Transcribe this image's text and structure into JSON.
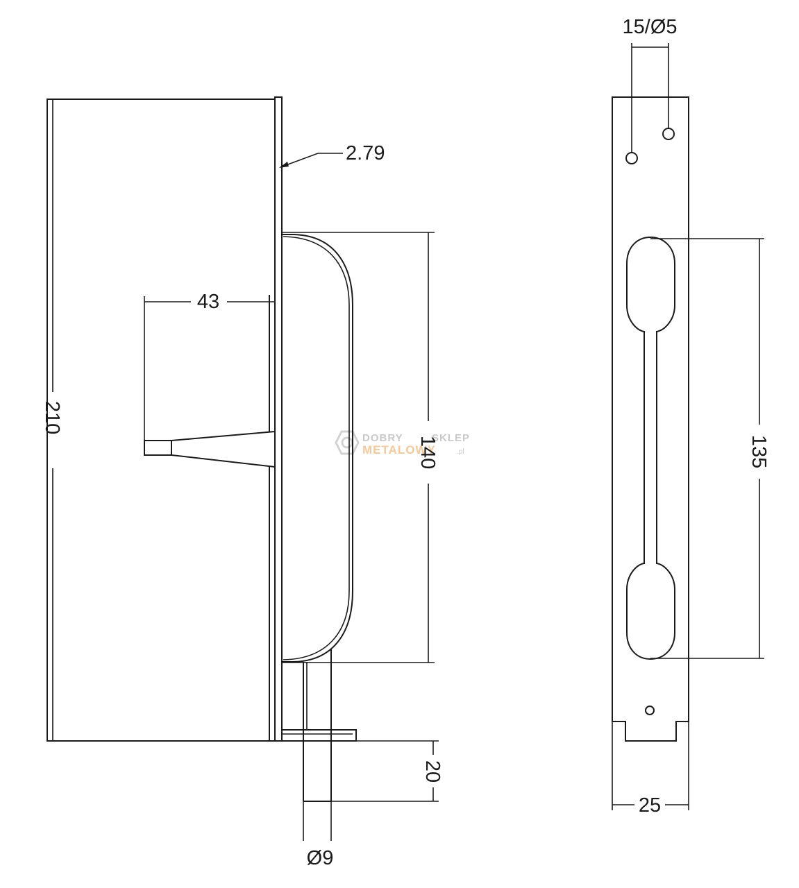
{
  "dimensions": {
    "overall_height": "210",
    "thickness": "2.79",
    "bolt_projection": "43",
    "handle_length": "140",
    "bolt_extension": "20",
    "bolt_diameter": "Ø9",
    "hole_spacing": "15/Ø5",
    "slot_length": "135",
    "plate_width": "25"
  },
  "watermark": {
    "line1_a": "DOBRY",
    "line1_b": "SKLEP",
    "line2": "METALOWY",
    "suffix": ".pl"
  }
}
